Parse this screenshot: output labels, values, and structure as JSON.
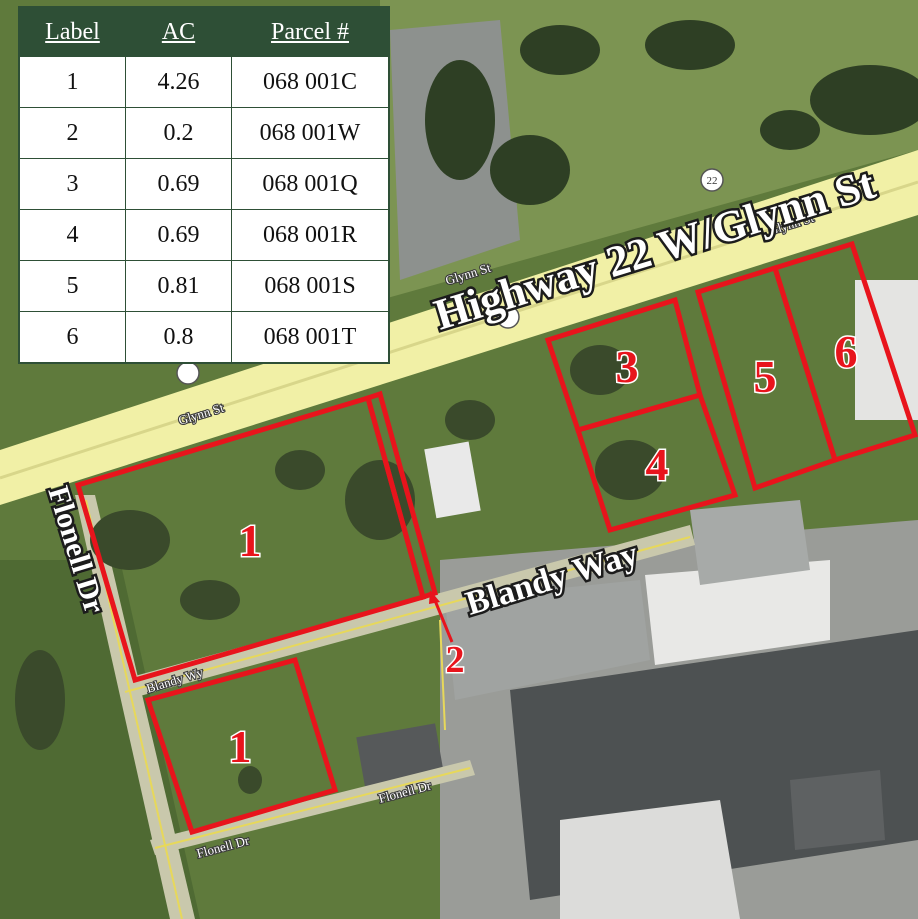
{
  "table": {
    "headers": [
      "Label",
      "AC",
      "Parcel #"
    ],
    "rows": [
      [
        "1",
        "4.26",
        "068 001C"
      ],
      [
        "2",
        "0.2",
        "068 001W"
      ],
      [
        "3",
        "0.69",
        "068 001Q"
      ],
      [
        "4",
        "0.69",
        "068 001R"
      ],
      [
        "5",
        "0.81",
        "068 001S"
      ],
      [
        "6",
        "0.8",
        "068 001T"
      ]
    ]
  },
  "map": {
    "highway_label": "Highway 22 W/Glynn St",
    "blandy_label": "Blandy Way",
    "flonell_label": "Flonell Dr",
    "small_labels": {
      "glynn_st_1": "Glynn St",
      "glynn_st_2": "Glynn St",
      "glynn_st_3": "Glynn St",
      "route_shield": "22",
      "blandy_wy": "Blandy Wy",
      "flonell_dr_1": "Flonell Dr",
      "flonell_dr_2": "Flonell Dr"
    },
    "parcel_labels": [
      "1",
      "1",
      "2",
      "3",
      "4",
      "5",
      "6"
    ],
    "colors": {
      "highlight": "#e8141c",
      "highway": "#f1f0a6",
      "grass": "#6d8a43",
      "table_header": "#2e4f36"
    }
  }
}
